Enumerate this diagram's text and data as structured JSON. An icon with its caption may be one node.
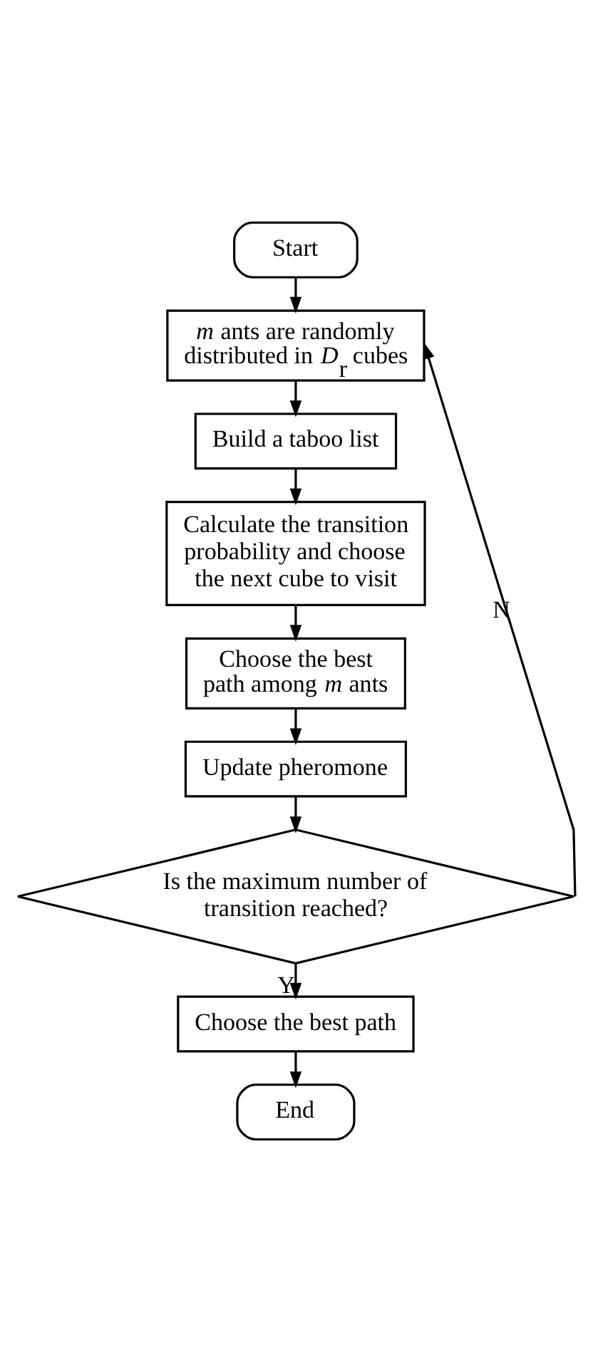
{
  "diagram": {
    "nodes": [
      {
        "text": [
          "Start"
        ]
      },
      {
        "text": [
          "*m* ants are randomly distributed in *D*$_{r}$ cubes"
        ]
      },
      {
        "text": [
          "Build a taboo list"
        ]
      },
      {
        "text": [
          "Calculate the transition probability and choose the next cube to visit"
        ]
      },
      {
        "text": [
          "Choose the best path among *m* ants"
        ]
      },
      {
        "text": [
          "Update pheromone"
        ]
      },
      {
        "text": [
          "Is the maximum number of transition reached?"
        ]
      },
      {
        "text": [
          "Choose the best path"
        ]
      },
      {
        "text": [
          "End"
        ]
      }
    ],
    "edges": [
      {
        "from": 0,
        "to": 1,
        "arrow": "to"
      },
      {
        "from": 1,
        "to": 2,
        "arrow": "to"
      },
      {
        "from": 2,
        "to": 3,
        "arrow": "to"
      },
      {
        "from": 3,
        "to": 4,
        "arrow": "to"
      },
      {
        "from": 4,
        "to": 5,
        "arrow": "to"
      },
      {
        "from": 5,
        "to": 6,
        "arrow": "to"
      },
      {
        "from": 6,
        "to": 1,
        "arrow": "to",
        "label": "N"
      },
      {
        "from": 6,
        "to": 7,
        "arrow": "to",
        "label": "Y"
      },
      {
        "from": 7,
        "to": 8,
        "arrow": "to"
      }
    ]
  }
}
